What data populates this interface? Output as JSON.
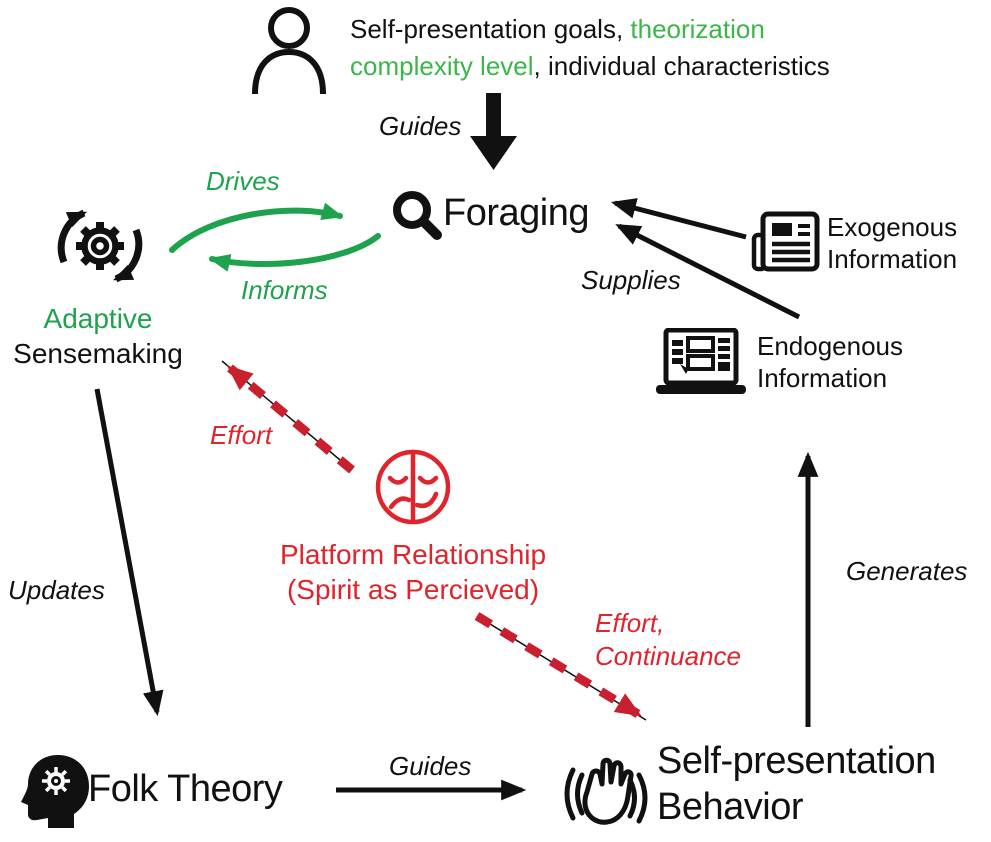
{
  "colors": {
    "black": "#111111",
    "green": "#1fa24d",
    "green_light": "#3cb54a",
    "red": "#e0242c",
    "red_dark": "#c8202f",
    "background": "#ffffff"
  },
  "icons": {
    "person": "person-icon",
    "magnifier": "magnifier-icon",
    "gear_cycle": "gear-cycle-icon",
    "newspaper": "newspaper-icon",
    "laptop": "laptop-icon",
    "masks_face": "masks-face-icon",
    "head_gear": "head-gear-icon",
    "waving_hand": "waving-hand-icon"
  },
  "top": {
    "line1_black": "Self-presentation goals, ",
    "line1_green": "theorization",
    "line2_green": "complexity level",
    "line2_black": ", individual characteristics"
  },
  "nodes": {
    "foraging": {
      "label": "Foraging"
    },
    "sensemaking": {
      "line1": "Adaptive",
      "line2": "Sensemaking"
    },
    "exogenous": {
      "line1": "Exogenous",
      "line2": "Information"
    },
    "endogenous": {
      "line1": "Endogenous",
      "line2": "Information"
    },
    "platform": {
      "line1": "Platform Relationship",
      "line2": "(Spirit as Percieved)"
    },
    "folk": {
      "label": "Folk Theory"
    },
    "behavior": {
      "line1": "Self-presentation",
      "line2": "Behavior"
    }
  },
  "edges": {
    "guides_top": "Guides",
    "drives": "Drives",
    "informs": "Informs",
    "supplies": "Supplies",
    "effort": "Effort",
    "effort_continuance": {
      "line1": "Effort,",
      "line2": "Continuance"
    },
    "updates": "Updates",
    "generates": "Generates",
    "guides_bottom": "Guides"
  }
}
